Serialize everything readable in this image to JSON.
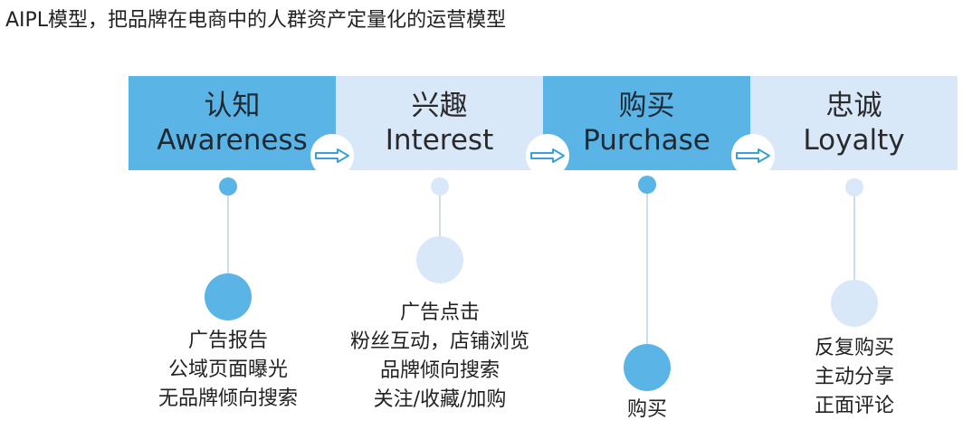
{
  "title": "AIPL模型，把品牌在电商中的人群资产定量化的运营模型",
  "colors": {
    "dark": "#5bb4e6",
    "light": "#d9e8f8",
    "arrow": "#3aa0dc"
  },
  "stages": [
    {
      "cn": "认知",
      "en": "Awareness",
      "items": [
        "广告报告",
        "公域页面曝光",
        "无品牌倾向搜索"
      ]
    },
    {
      "cn": "兴趣",
      "en": "Interest",
      "items": [
        "广告点击",
        "粉丝互动，店铺浏览",
        "品牌倾向搜索",
        "关注/收藏/加购"
      ]
    },
    {
      "cn": "购买",
      "en": "Purchase",
      "items": [
        "购买"
      ]
    },
    {
      "cn": "忠诚",
      "en": "Loyalty",
      "items": [
        "反复购买",
        "主动分享",
        "正面评论"
      ]
    }
  ]
}
